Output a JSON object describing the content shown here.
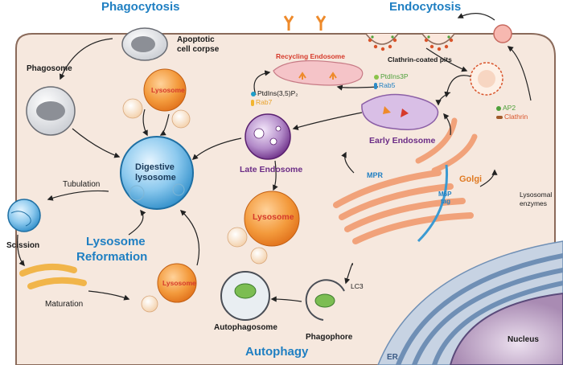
{
  "titles": {
    "phagocytosis": "Phagocytosis",
    "endocytosis": "Endocytosis",
    "autophagy": "Autophagy",
    "lysosome_reformation_1": "Lysosome",
    "lysosome_reformation_2": "Reformation"
  },
  "labels": {
    "apoptotic_1": "Apoptotic",
    "apoptotic_2": "cell corpse",
    "phagosome": "Phagosome",
    "lysosome_top": "Lysosome",
    "digestive_1": "Digestive",
    "digestive_2": "lysosome",
    "late_endosome": "Late Endosome",
    "lysosome_mid": "Lysosome",
    "recycling_endosome": "Recycling Endosome",
    "clathrin_pits": "Clathrin-coated pits",
    "early_endosome": "Early Endosome",
    "golgi": "Golgi",
    "mpr": "MPR",
    "m6p_1": "M6P",
    "m6p_2": "tag",
    "lysosomal_enzymes_1": "Lysosomal",
    "lysosomal_enzymes_2": "enzymes",
    "tubulation": "Tubulation",
    "scission": "Scission",
    "maturation": "Maturation",
    "lysosome_bottom": "Lysosome",
    "autophagosome": "Autophagosome",
    "phagophore": "Phagophore",
    "lc3": "LC3",
    "nucleus": "Nucleus",
    "er": "ER"
  },
  "legends": {
    "late": {
      "ptdins35p2": "PtdIns(3,5)P₂",
      "rab7": "Rab7"
    },
    "early": {
      "ptdins3p": "PtdIns3P",
      "rab5": "Rab5"
    },
    "pits": {
      "ap2": "AP2",
      "clathrin": "Clathrin"
    }
  },
  "colors": {
    "cell_fill": "#f6e8de",
    "cell_border": "#8a6a5a",
    "lysosome_orange": "#f08a2c",
    "late_endosome_purple": "#7b3d9a",
    "early_endosome_lilac": "#c9a7d8",
    "digestive_blue": "#3b9ad2",
    "golgi_orange": "#f2a47a",
    "er_blue": "#8aa7c7",
    "nucleus_purple": "#bfa2c6",
    "title_blue": "#1f7fc2",
    "red_label": "#d63a2b",
    "purple_label": "#6b2c86"
  }
}
